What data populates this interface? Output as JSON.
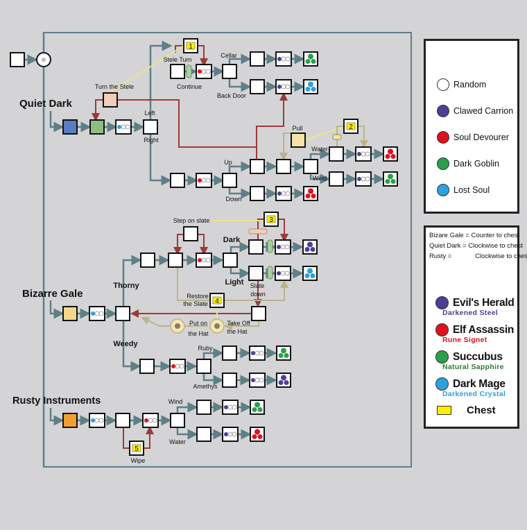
{
  "colors": {
    "background": "#d4d4d6",
    "line": "#5e7f86",
    "red_line": "#9c3a3a",
    "yellow_line": "#e9e48a",
    "random": "#ffffff",
    "clawed_carrion": "#4b3f95",
    "soul_devourer": "#e0101e",
    "dark_goblin": "#2aa04a",
    "lost_soul": "#2da0de",
    "chest": "#ffee00",
    "evils_herald_item": "#4a4590",
    "elf_assassin_item": "#e0101e",
    "succubus_item": "#2c7a3c",
    "dark_mage_item": "#2da0de"
  },
  "zones": {
    "quiet_dark": "Quiet Dark",
    "bizarre_gale": "Bizarre Gale",
    "rusty_instruments": "Rusty Instruments"
  },
  "labels": {
    "turn_the_stele": "Turn the Stele",
    "stele_turn": "Stele Turn",
    "continue": "Continue",
    "cellar": "Cellar",
    "back_door": "Back Door",
    "left": "Left",
    "right": "Right",
    "up": "Up",
    "down": "Down",
    "pull": "Pull",
    "water_qd": "Water",
    "wind_qd": "Wind",
    "step_on_slate": "Step on slate",
    "dark": "Dark",
    "light": "Light",
    "slate_down_1": "Slate",
    "slate_down_2": "down",
    "restore_1": "Restore",
    "restore_2": "the Slate",
    "thorny": "Thorny",
    "weedy": "Weedy",
    "put_on_1": "Put  on",
    "put_on_2": "the Hat",
    "take_off_1": "Take Off",
    "take_off_2": "the Hat",
    "ruby": "Ruby",
    "amethys": "Amethys",
    "wind_ri": "Wind",
    "water_ri": "Water",
    "wipe": "Wipe"
  },
  "chests": [
    "1",
    "2",
    "3",
    "4",
    "5"
  ],
  "legend_monsters": [
    {
      "name": "Random",
      "color": "#ffffff"
    },
    {
      "name": "Clawed Carrion",
      "color": "#4b3f95"
    },
    {
      "name": "Soul Devourer",
      "color": "#e0101e"
    },
    {
      "name": "Dark Goblin",
      "color": "#2aa04a"
    },
    {
      "name": "Lost Soul",
      "color": "#2da0de"
    }
  ],
  "rules": [
    {
      "left": "Bizare Gale = Counter to chest",
      "right": ""
    },
    {
      "left": "Quiet Dark = Clockwise to chest",
      "right": ""
    },
    {
      "left": "Rusty =",
      "right": "Clockwise to chest"
    }
  ],
  "bosses": [
    {
      "name": "Evil's Herald",
      "item": "Darkened Steel",
      "color": "#4b3f95",
      "item_color": "#4a4590"
    },
    {
      "name": "Elf Assassin",
      "item": "Rune Signet",
      "color": "#e0101e",
      "item_color": "#e0101e"
    },
    {
      "name": "Succubus",
      "item": "Natural Sapphire",
      "color": "#2aa04a",
      "item_color": "#2c7a3c"
    },
    {
      "name": "Dark Mage",
      "item": "Darkened Crystal",
      "color": "#2da0de",
      "item_color": "#2da0de"
    }
  ],
  "chest_label": "Chest"
}
